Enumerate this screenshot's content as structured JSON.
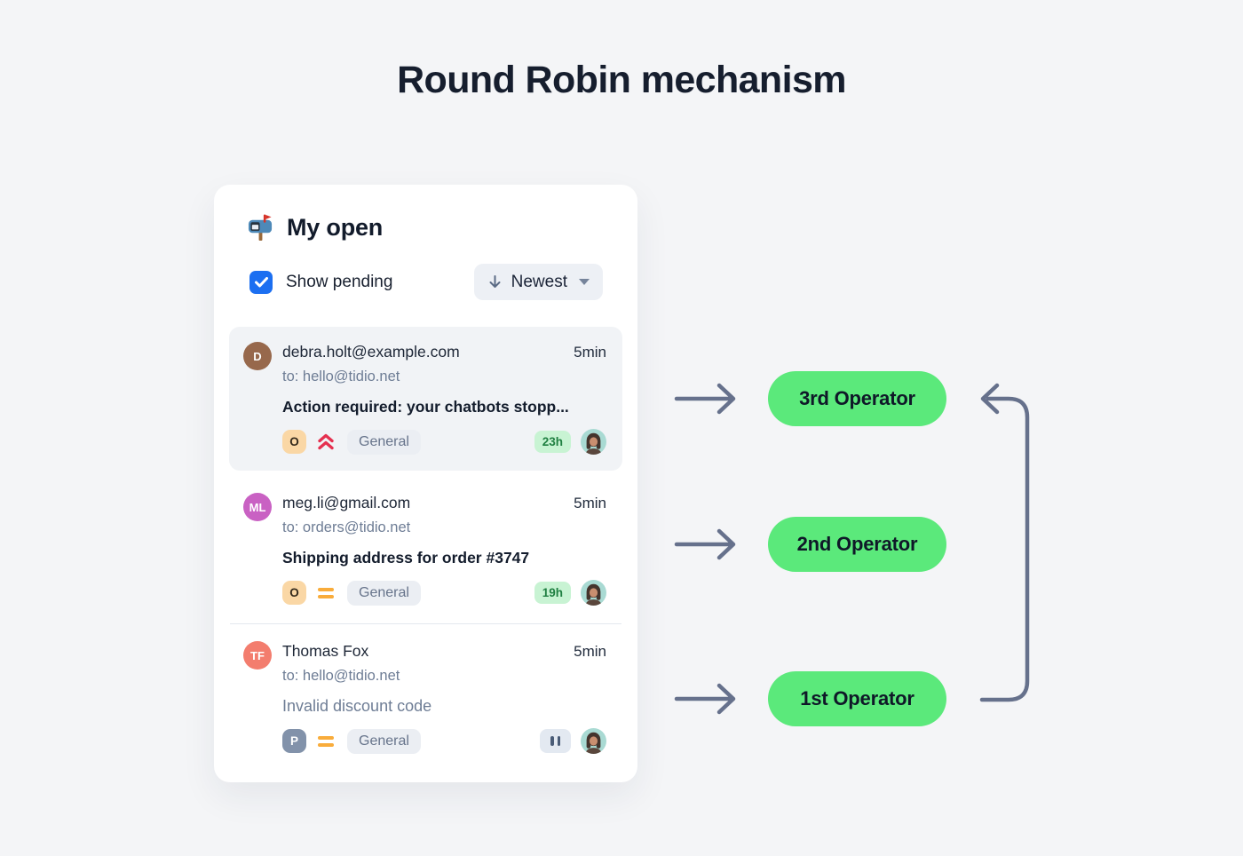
{
  "title": "Round Robin mechanism",
  "inbox": {
    "title": "My open",
    "show_pending_label": "Show pending",
    "show_pending_checked": true,
    "sort": {
      "label": "Newest"
    },
    "conversations": [
      {
        "initials": "D",
        "avatar_bg": "#97684C",
        "from": "debra.holt@example.com",
        "time": "5min",
        "to": "to: hello@tidio.net",
        "subject": "Action required: your chatbots stopp...",
        "channel": "O",
        "priority": "high",
        "tag": "General",
        "sla": "23h",
        "selected": true,
        "unread": true
      },
      {
        "initials": "ML",
        "avatar_bg": "#C961C3",
        "from": "meg.li@gmail.com",
        "time": "5min",
        "to": "to: orders@tidio.net",
        "subject": "Shipping address for order #3747",
        "channel": "O",
        "priority": "medium",
        "tag": "General",
        "sla": "19h",
        "selected": false,
        "unread": true
      },
      {
        "initials": "TF",
        "avatar_bg": "#F37D6E",
        "from": "Thomas Fox",
        "time": "5min",
        "to": "to: hello@tidio.net",
        "subject": "Invalid discount code",
        "channel": "P",
        "priority": "medium",
        "tag": "General",
        "paused": true,
        "selected": false,
        "unread": false
      }
    ]
  },
  "operators": [
    {
      "label": "3rd Operator"
    },
    {
      "label": "2nd Operator"
    },
    {
      "label": "1st Operator"
    }
  ],
  "colors": {
    "page_bg": "#F4F5F7",
    "card_bg": "#FFFFFF",
    "text_dark": "#161E2E",
    "text_slate": "#6E7D95",
    "checkbox_blue": "#1C6FF1",
    "operator_green": "#5BE97B",
    "arrow_slate": "#66718C",
    "priority_high_red": "#E5304F",
    "priority_medium_amber": "#F9AC3B",
    "channel_open_bg": "#FAD7A5",
    "channel_pending_bg": "#8292AA",
    "tag_bg": "#EBEEF3",
    "sla_bg": "#C8F3D3",
    "sla_text": "#1F7F41",
    "selected_item_bg": "#F1F3F6"
  }
}
